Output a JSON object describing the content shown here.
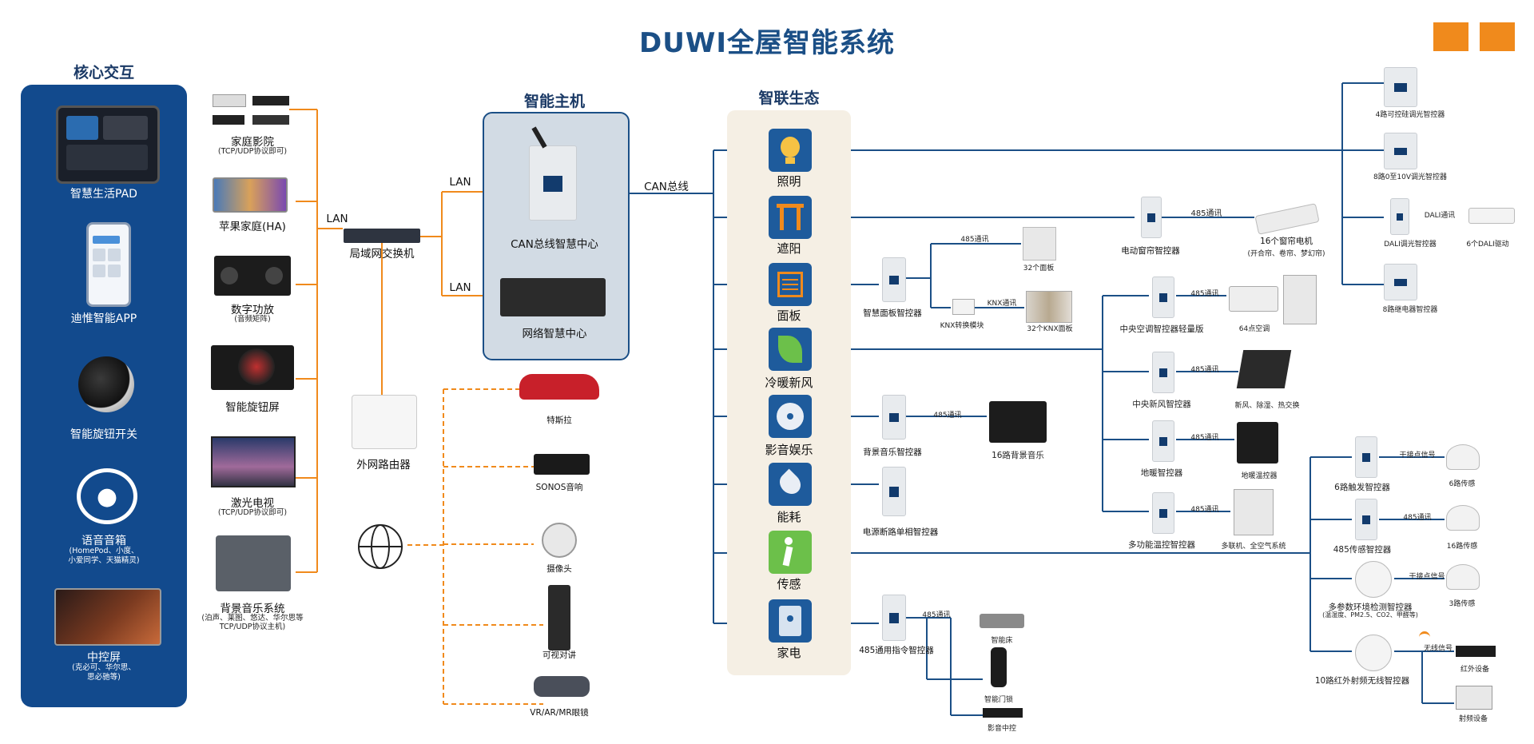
{
  "title": "DUWI全屋智能系统",
  "colors": {
    "accent_orange": "#f08a1c",
    "brand_blue": "#1b4f86",
    "panel_blue": "#124a8d",
    "eco_bg": "#f5efe4"
  },
  "core": {
    "title": "核心交互",
    "items": [
      {
        "label": "智慧生活PAD",
        "sub": ""
      },
      {
        "label": "迪惟智能APP",
        "sub": ""
      },
      {
        "label": "智能旋钮开关",
        "sub": ""
      },
      {
        "label": "语音音箱",
        "sub": "(HomePod、小度、\n小爱同学、天猫精灵)"
      },
      {
        "label": "中控屏",
        "sub": "(克必可、华尔思、\n思必驰等)"
      }
    ]
  },
  "devices": [
    {
      "label": "家庭影院",
      "sub": "(TCP/UDP协议即可)"
    },
    {
      "label": "苹果家庭(HA)",
      "sub": ""
    },
    {
      "label": "数字功放",
      "sub": "(音频矩阵)"
    },
    {
      "label": "智能旋钮屏",
      "sub": ""
    },
    {
      "label": "激光电视",
      "sub": "(TCP/UDP协议即可)"
    },
    {
      "label": "背景音乐系统",
      "sub": "(泊声、莱图、悠达、华尔思等\nTCP/UDP协议主机)"
    }
  ],
  "network": {
    "lan": "LAN",
    "switch": "局域网交换机",
    "router": "外网路由器",
    "can_bus": "CAN总线"
  },
  "host": {
    "title": "智能主机",
    "can_center": "CAN总线智慧中心",
    "net_center": "网络智慧中心"
  },
  "external": [
    "特斯拉",
    "SONOS音响",
    "摄像头",
    "可视对讲",
    "VR/AR/MR眼镜"
  ],
  "eco": {
    "title": "智联生态",
    "items": [
      {
        "label": "照明",
        "icon": "bulb-icon"
      },
      {
        "label": "遮阳",
        "icon": "curtain-icon"
      },
      {
        "label": "面板",
        "icon": "panel-icon"
      },
      {
        "label": "冷暖新风",
        "icon": "leaf-icon"
      },
      {
        "label": "影音娱乐",
        "icon": "speaker-icon"
      },
      {
        "label": "能耗",
        "icon": "drop-icon"
      },
      {
        "label": "传感",
        "icon": "motion-icon"
      },
      {
        "label": "家电",
        "icon": "appliance-icon"
      }
    ]
  },
  "lighting": [
    "4路可控硅调光智控器",
    "8路0至10V调光智控器",
    "DALI调光智控器",
    "8路继电器智控器"
  ],
  "dali": {
    "comm": "DALI通讯",
    "driver": "6个DALI驱动"
  },
  "curtain": {
    "controller": "电动窗帘智控器",
    "comm": "485通讯",
    "motor": "16个窗帘电机",
    "motor_sub": "(开合帘、卷帘、梦幻帘)"
  },
  "panel": {
    "controller": "智慧面板智控器",
    "comm485": "485通讯",
    "panel32": "32个面板",
    "knx_module": "KNX转换模块",
    "knx_comm": "KNX通讯",
    "knx_panel": "32个KNX面板"
  },
  "hvac": [
    {
      "controller": "中央空调智控器轻量版",
      "comm": "485通讯",
      "device": "64点空调"
    },
    {
      "controller": "中央新风智控器",
      "comm": "485通讯",
      "device": "新风、除湿、热交换"
    },
    {
      "controller": "地暖智控器",
      "comm": "485通讯",
      "device": "地暖温控器"
    },
    {
      "controller": "多功能温控智控器",
      "comm": "485通讯",
      "device": "多联机、全空气系统"
    }
  ],
  "av": {
    "controller": "背景音乐智控器",
    "comm": "485通讯",
    "device": "16路背景音乐"
  },
  "energy": {
    "controller": "电源断路单相智控器"
  },
  "sensor": [
    {
      "controller": "6路触发智控器",
      "comm": "干接点信号",
      "device": "6路传感"
    },
    {
      "controller": "485传感智控器",
      "comm": "485通讯",
      "device": "16路传感"
    },
    {
      "controller": "多参数环境检测智控器",
      "sub": "(温湿度、PM2.5、CO2、甲醛等)",
      "comm": "干接点信号",
      "device": "3路传感"
    },
    {
      "controller": "10路红外射频无线智控器",
      "comm": "无线信号",
      "device1": "红外设备",
      "device2": "射频设备"
    }
  ],
  "appliance": {
    "controller": "485通用指令智控器",
    "comm": "485通讯",
    "bed": "智能床",
    "lock": "智能门锁",
    "av_center": "影音中控"
  }
}
